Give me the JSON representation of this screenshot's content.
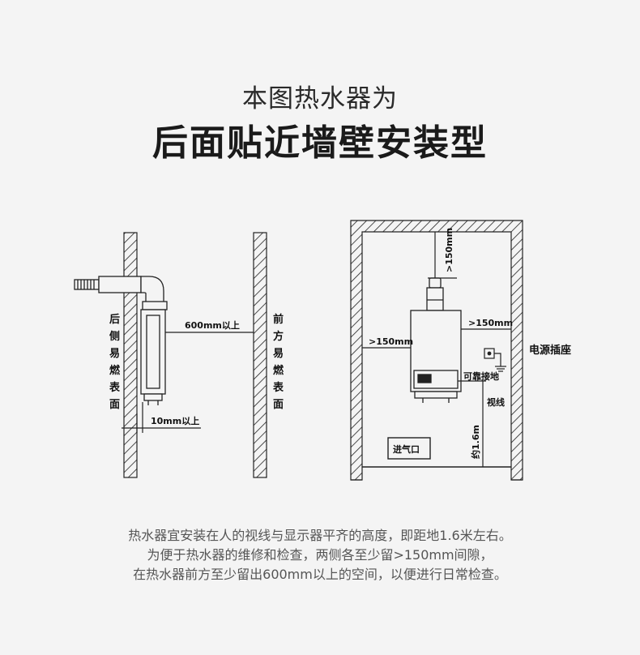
{
  "title": {
    "line1": "本图热水器为",
    "line2": "后面贴近墙壁安装型"
  },
  "side_view": {
    "rear_label": [
      "后",
      "侧",
      "易",
      "燃",
      "表",
      "面"
    ],
    "front_label": [
      "前",
      "方",
      "易",
      "燃",
      "表",
      "面"
    ],
    "front_distance": "600mm以上",
    "rear_distance": "10mm以上"
  },
  "front_view": {
    "top_clearance": ">150mm",
    "left_clearance": ">150mm",
    "right_clearance": ">150mm",
    "power_socket": "电源插座",
    "ground": "可靠接地",
    "sight_line": "视线",
    "height": "约1.6m",
    "air_inlet": "进气口"
  },
  "caption": [
    "热水器宜安装在人的视线与显示器平齐的高度，即距地1.6米左右。",
    "为便于热水器的维修和检查，两侧各至少留>150mm间隙，",
    "在热水器前方至少留出600mm以上的空间，以便进行日常检查。"
  ]
}
